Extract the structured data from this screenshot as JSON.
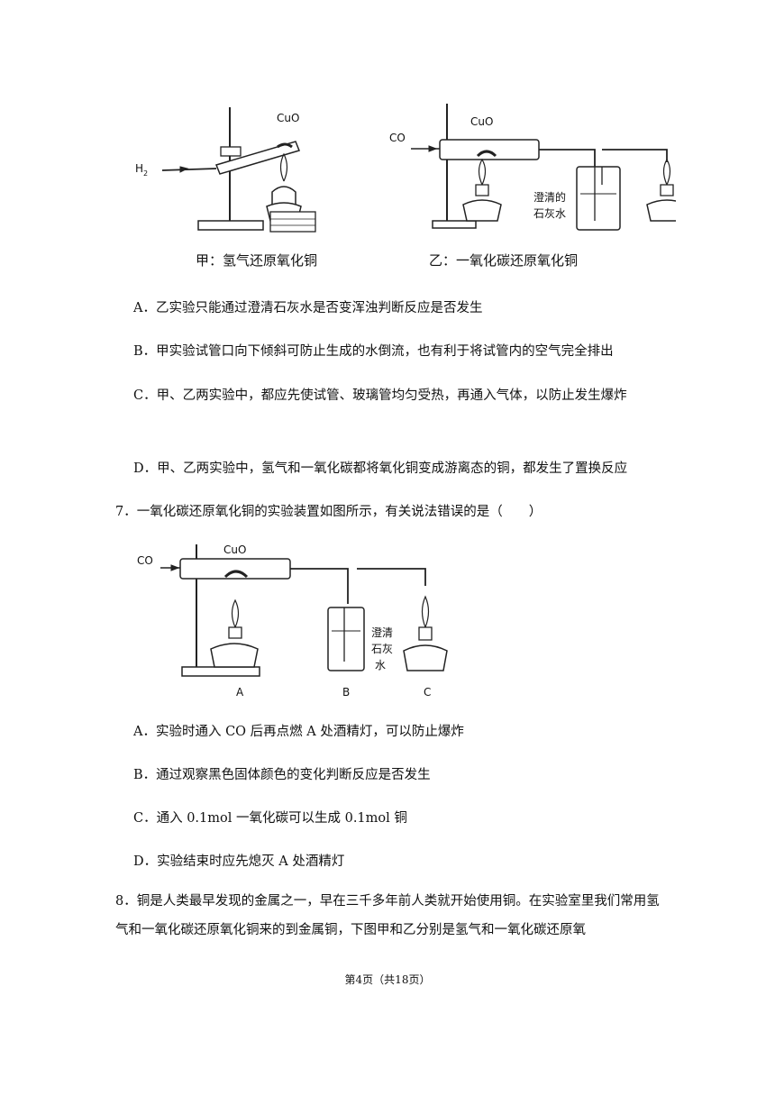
{
  "fig1": {
    "label_cuo_left": "CuO",
    "label_h2": "H",
    "label_h2_sub": "2",
    "label_co": "CO",
    "label_cuo_right": "CuO",
    "label_limewater": "澄清的\n石灰水",
    "limewater_line1": "澄清的",
    "limewater_line2": "石灰水",
    "caption_left": "甲：氢气还原氧化铜",
    "caption_right": "乙：一氧化碳还原氧化铜"
  },
  "q6_options": {
    "A": "A．乙实验只能通过澄清石灰水是否变浑浊判断反应是否发生",
    "B": "B．甲实验试管口向下倾斜可防止生成的水倒流，也有利于将试管内的空气完全排出",
    "C": "C．甲、乙两实验中，都应先使试管、玻璃管均匀受热，再通入气体，以防止发生爆炸",
    "D": "D．甲、乙两实验中，氢气和一氧化碳都将氧化铜变成游离态的铜，都发生了置换反应"
  },
  "q7": {
    "stem": "7．一氧化碳还原氧化铜的实验装置如图所示，有关说法错误的是（　　）",
    "fig": {
      "label_co": "CO",
      "label_cuo": "CuO",
      "limewater_line1": "澄清",
      "limewater_line2": "石灰",
      "limewater_line3": "水",
      "label_a": "A",
      "label_b": "B",
      "label_c": "C"
    },
    "options": {
      "A": "A．实验时通入 CO 后再点燃 A 处酒精灯，可以防止爆炸",
      "B": "B．通过观察黑色固体颜色的变化判断反应是否发生",
      "C": "C．通入 0.1mol 一氧化碳可以生成 0.1mol 铜",
      "D": "D．实验结束时应先熄灭 A 处酒精灯"
    }
  },
  "q8": {
    "stem": "8．铜是人类最早发现的金属之一，早在三千多年前人类就开始使用铜。在实验室里我们常用氢气和一氧化碳还原氧化铜来的到金属铜，下图甲和乙分别是氢气和一氧化碳还原氧"
  },
  "footer": "第4页（共18页）"
}
